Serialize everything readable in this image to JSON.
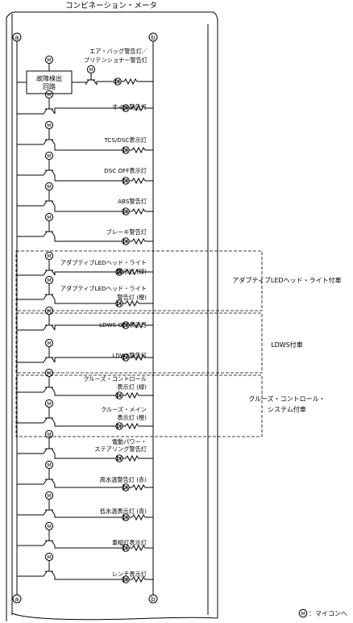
{
  "title": "コンビネーション・メータ",
  "node_a": "a",
  "node_b": "b",
  "fault_box": [
    "故障検出",
    "回路"
  ],
  "micon_symbol": "M",
  "micon_legend": "：マイコンへ",
  "rows": [
    {
      "lines": [
        "エア・バッグ警告灯／",
        "プリテンショナー警告灯"
      ]
    },
    {
      "lines": [
        "オイル警告灯"
      ]
    },
    {
      "lines": [
        "TCS/DSC表示灯"
      ]
    },
    {
      "lines": [
        "DSC OFF表示灯"
      ]
    },
    {
      "lines": [
        "ABS警告灯"
      ]
    },
    {
      "lines": [
        "ブレーキ警告灯"
      ]
    },
    {
      "lines": [
        "アダプティブLEDヘッド・ライト",
        "表示灯 (緑)"
      ]
    },
    {
      "lines": [
        "アダプティブLEDヘッド・ライト",
        "警告灯 (橙)"
      ]
    },
    {
      "lines": [
        "LDWS OFF表示灯"
      ]
    },
    {
      "lines": [
        "LDWS警告灯"
      ]
    },
    {
      "lines": [
        "クルーズ・コントロール",
        "表示灯 (緑)"
      ]
    },
    {
      "lines": [
        "クルーズ・メイン",
        "表示灯 (橙)"
      ]
    },
    {
      "lines": [
        "電動パワー・",
        "ステアリング警告灯"
      ]
    },
    {
      "lines": [
        "高水温警告灯 (赤)"
      ]
    },
    {
      "lines": [
        "低水温表示灯 (青)"
      ]
    },
    {
      "lines": [
        "車幅灯表示灯"
      ]
    },
    {
      "lines": [
        "レンチ表示灯"
      ]
    }
  ],
  "groups": [
    {
      "lines": [
        "アダプティブLEDヘッド・ライト付車"
      ]
    },
    {
      "lines": [
        "LDWS付車"
      ]
    },
    {
      "lines": [
        "クルーズ・コントロール・",
        "システム付車"
      ]
    }
  ]
}
